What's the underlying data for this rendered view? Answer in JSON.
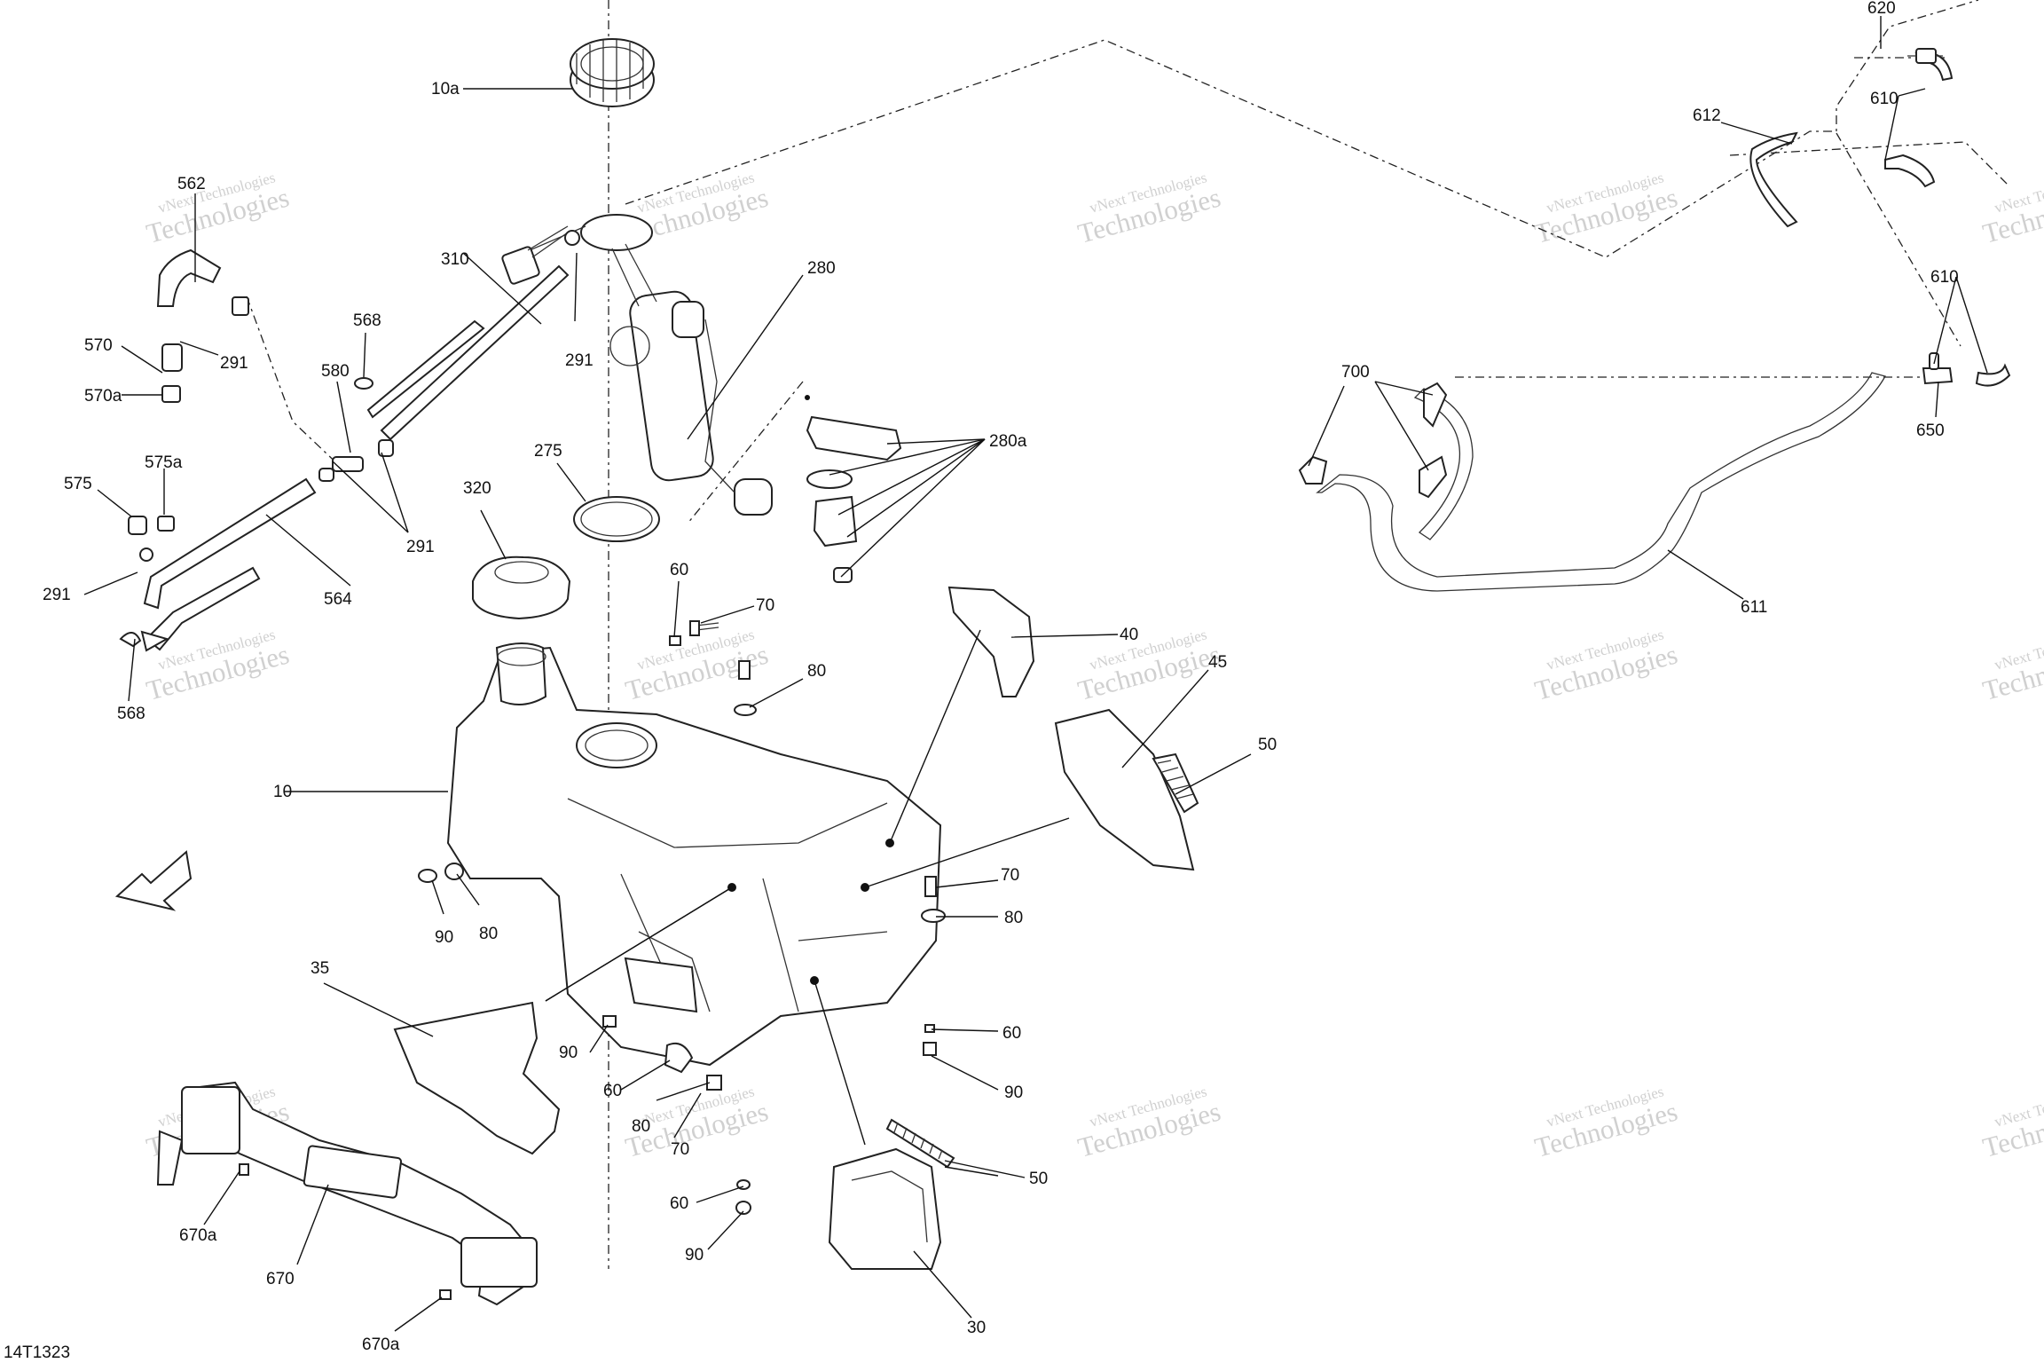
{
  "drawing_code": "14T1323",
  "watermark": {
    "line1": "vNext Technologies",
    "line2": "Technologies"
  },
  "callouts": [
    "10a",
    "562",
    "310",
    "280",
    "570",
    "291",
    "570a",
    "568",
    "580",
    "575a",
    "575",
    "291",
    "291",
    "564",
    "275",
    "320",
    "280a",
    "60",
    "70",
    "80",
    "10",
    "568",
    "90",
    "80",
    "70",
    "80",
    "35",
    "90",
    "60",
    "80",
    "70",
    "60",
    "90",
    "670a",
    "670",
    "670a",
    "60",
    "90",
    "50",
    "30",
    "40",
    "45",
    "50",
    "620",
    "612",
    "610",
    "610",
    "650",
    "700",
    "611"
  ]
}
